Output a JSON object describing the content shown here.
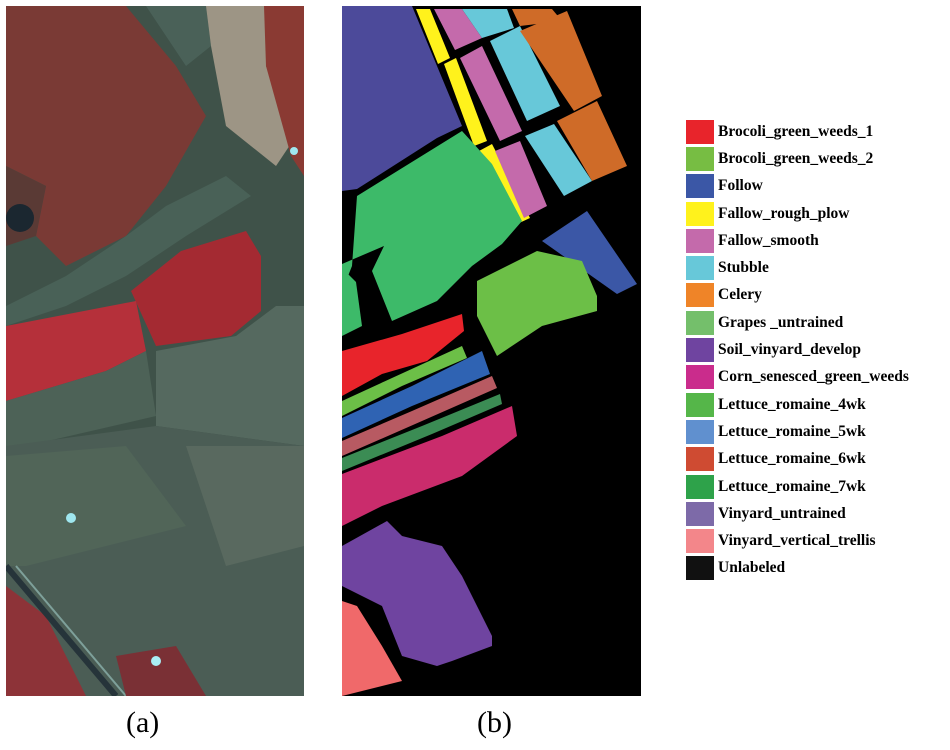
{
  "captions": {
    "a": "(a)",
    "b": "(b)"
  },
  "legend": {
    "items": [
      {
        "label": "Brocoli_green_weeds_1",
        "color": "#e8242b"
      },
      {
        "label": "Brocoli_green_weeds_2",
        "color": "#77bd43"
      },
      {
        "label": "Follow",
        "color": "#3b57a6"
      },
      {
        "label": "Fallow_rough_plow",
        "color": "#fff21c"
      },
      {
        "label": "Fallow_smooth",
        "color": "#c46aab"
      },
      {
        "label": "Stubble",
        "color": "#67c8d9"
      },
      {
        "label": "Celery",
        "color": "#ef8428"
      },
      {
        "label": "Grapes _untrained",
        "color": "#74bf6b"
      },
      {
        "label": "Soil_vinyard_develop",
        "color": "#6f44a0"
      },
      {
        "label": "Corn_senesced_green_weeds",
        "color": "#ca2c8c"
      },
      {
        "label": "Lettuce_romaine_4wk",
        "color": "#55b649"
      },
      {
        "label": "Lettuce_romaine_5wk",
        "color": "#6090cf"
      },
      {
        "label": "Lettuce_romaine_6wk",
        "color": "#cf4b32"
      },
      {
        "label": "Lettuce_romaine_7wk",
        "color": "#2ea24a"
      },
      {
        "label": "Vinyard_untrained",
        "color": "#7d6aa8"
      },
      {
        "label": "Vinyard_vertical_trellis",
        "color": "#f3868a"
      },
      {
        "label": "Unlabeled",
        "color": "#111111"
      }
    ]
  }
}
